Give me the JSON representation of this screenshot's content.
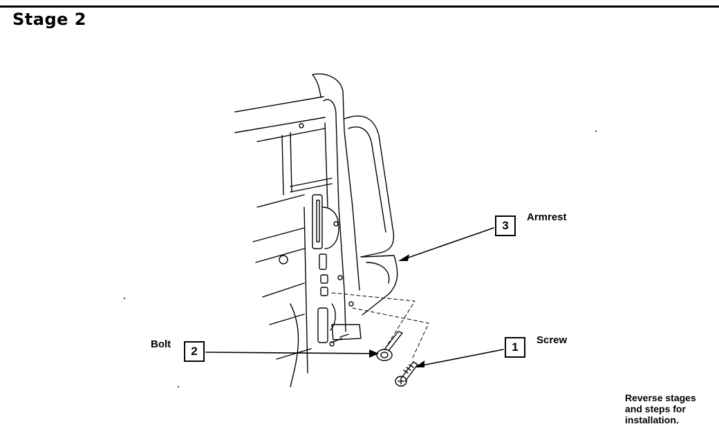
{
  "header": {
    "title": "Stage 2"
  },
  "callouts": [
    {
      "number": "1",
      "label": "Screw"
    },
    {
      "number": "2",
      "label": "Bolt"
    },
    {
      "number": "3",
      "label": "Armrest"
    }
  ],
  "note": {
    "text": "Reverse stages\nand steps for\ninstallation."
  }
}
